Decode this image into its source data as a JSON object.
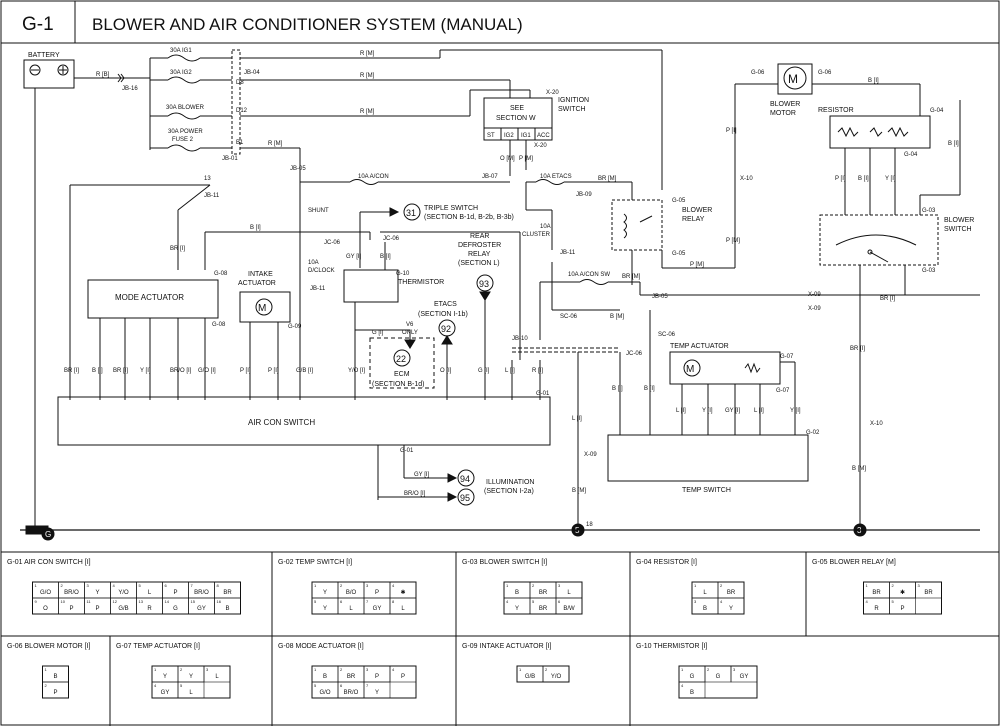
{
  "header": {
    "code": "G-1",
    "title": "BLOWER AND AIR CONDITIONER SYSTEM (MANUAL)"
  },
  "labels": {
    "battery": "BATTERY",
    "fuse_ig1": "30A IG1",
    "fuse_ig2": "30A IG2",
    "fuse_blower": "30A BLOWER",
    "fuse_power1": "30A POWER",
    "fuse_power2": "FUSE 2",
    "fuse_acon": "10A A/CON",
    "fuse_etacs": "10A ETACS",
    "fuse_cluster1": "10A",
    "fuse_cluster2": "CLUSTER",
    "fuse_aconsw": "10A A/CON SW",
    "fuse_dclock1": "10A",
    "fuse_dclock2": "D/CLOCK",
    "shunt": "SHUNT",
    "see_section1": "SEE",
    "see_section2": "SECTION W",
    "ign1": "IGNITION",
    "ign2": "SWITCH",
    "ign_st": "ST",
    "ign_ig2": "IG2",
    "ign_ig1": "IG1",
    "ign_acc": "ACC",
    "triple1": "TRIPLE SWITCH",
    "triple2": "(SECTION  B-1d, B-2b, B-3b)",
    "thermistor": "THERMISTOR",
    "mode_actuator": "MODE ACTUATOR",
    "intake1": "INTAKE",
    "intake2": "ACTUATOR",
    "rear1": "REAR",
    "rear2": "DEFROSTER",
    "rear3": "RELAY",
    "rear4": "(SECTION L)",
    "etacs1": "ETACS",
    "etacs2": "(SECTION I-1b)",
    "v6": "V6",
    "only": "ONLY",
    "ecm1": "ECM",
    "ecm2": "(SECTION B-1d)",
    "aircon_switch": "AIR CON SWITCH",
    "illum1": "ILLUMINATION",
    "illum2": "(SECTION I-2a)",
    "blower_relay1": "BLOWER",
    "blower_relay2": "RELAY",
    "blower_motor1": "BLOWER",
    "blower_motor2": "MOTOR",
    "resistor": "RESISTOR",
    "blower_switch1": "BLOWER",
    "blower_switch2": "SWITCH",
    "temp_actuator": "TEMP ACTUATOR",
    "temp_switch": "TEMP SWITCH",
    "motor_m": "M",
    "ground_g": "G",
    "node5": "5",
    "node3": "3",
    "n18": "18",
    "c31": "31",
    "c93": "93",
    "c92": "92",
    "c22": "22",
    "c94": "94",
    "c95": "95"
  },
  "wire_labels": [
    "R [M]",
    "R [M]",
    "R [M]",
    "R [M]",
    "R [B]",
    "JB-16",
    "JB-04",
    "D8",
    "D12",
    "B1",
    "JB-01",
    "JB-05",
    "JB-07",
    "JB-09",
    "JB-11",
    "JB-11",
    "JC-06",
    "JC-06",
    "JB-10",
    "JC-06",
    "SC-06",
    "SC-06",
    "X-20",
    "X-20",
    "X-10",
    "X-10",
    "X-09",
    "X-09",
    "JB-05",
    "G-05",
    "G-05",
    "G-06",
    "G-06",
    "G-04",
    "G-04",
    "G-03",
    "G-03",
    "G-08",
    "G-08",
    "G-09",
    "G-10",
    "G-01",
    "G-01",
    "G-02",
    "G-07",
    "G-07",
    "B [I]",
    "B [I]",
    "BR [I]",
    "BR [I]",
    "BR [M]",
    "BR [M]",
    "P [I]",
    "P [I]",
    "P [M]",
    "P [M]",
    "B [M]",
    "B [M]",
    "B [I]",
    "O [M]",
    "P [M]",
    "GY [I]",
    "B [I]",
    "G [I]",
    "L [I]",
    "B [I]",
    "B [I]",
    "B/O [I]",
    "P [I]",
    "Y [I]",
    "BR [I]",
    "L [I]",
    "B [I]",
    "BR [I]",
    "Y [I]",
    "BR/O [I]",
    "G/O [I]",
    "P [I]",
    "P [I]",
    "G/B [I]",
    "Y/O [I]",
    "O [I]",
    "G [I]",
    "L [I]",
    "R [I]",
    "B [I]",
    "B [I]",
    "GY [I]",
    "BR/O [I]",
    "L [I]",
    "Y [I]",
    "GY [I]",
    "L [I]",
    "Y [I]",
    "B [I]"
  ],
  "connector_panels": [
    {
      "title": "G-01 AIR CON SWITCH [I]",
      "cells": [
        [
          "1",
          "G/O"
        ],
        [
          "2",
          "BR/O"
        ],
        [
          "3",
          "Y"
        ],
        [
          "4",
          "Y/O"
        ],
        [
          "5",
          "L"
        ],
        [
          "6",
          "P"
        ],
        [
          "7",
          "BR/O"
        ],
        [
          "8",
          "BR"
        ],
        [
          "9",
          "O"
        ],
        [
          "10",
          "P"
        ],
        [
          "11",
          "P"
        ],
        [
          "12",
          "G/B"
        ],
        [
          "13",
          "R"
        ],
        [
          "14",
          "G"
        ],
        [
          "15",
          "GY"
        ],
        [
          "16",
          "B"
        ]
      ]
    },
    {
      "title": "G-02 TEMP SWITCH [I]",
      "cells": [
        [
          "1",
          "Y"
        ],
        [
          "2",
          "B/O"
        ],
        [
          "3",
          "P"
        ],
        [
          "4",
          "✱"
        ],
        [
          "5",
          "Y"
        ],
        [
          "6",
          "L"
        ],
        [
          "7",
          "GY"
        ],
        [
          "8",
          "L"
        ]
      ]
    },
    {
      "title": "G-03 BLOWER SWITCH [I]",
      "cells": [
        [
          "1",
          "B"
        ],
        [
          "2",
          "BR"
        ],
        [
          "3",
          "L"
        ],
        [
          "4",
          "Y"
        ],
        [
          "5",
          "BR"
        ],
        [
          "6",
          "B/W"
        ]
      ]
    },
    {
      "title": "G-04 RESISTOR [I]",
      "cells": [
        [
          "1",
          "L"
        ],
        [
          "2",
          "BR"
        ],
        [
          "3",
          "B"
        ],
        [
          "4",
          "Y"
        ]
      ]
    },
    {
      "title": "G-05 BLOWER RELAY [M]",
      "cells": [
        [
          "1",
          "BR"
        ],
        [
          "2",
          "✱"
        ],
        [
          "3",
          "BR"
        ],
        [
          "4",
          "R"
        ],
        [
          "5",
          "P"
        ]
      ]
    },
    {
      "title": "G-06 BLOWER MOTOR [I]",
      "cells": [
        [
          "1",
          "B"
        ],
        [
          "2",
          "P"
        ]
      ]
    },
    {
      "title": "G-07 TEMP ACTUATOR [I]",
      "cells": [
        [
          "1",
          "Y"
        ],
        [
          "2",
          "Y"
        ],
        [
          "3",
          "L"
        ],
        [
          "4",
          "GY"
        ],
        [
          "5",
          "L"
        ]
      ]
    },
    {
      "title": "G-08 MODE ACTUATOR [I]",
      "cells": [
        [
          "1",
          "B"
        ],
        [
          "2",
          "BR"
        ],
        [
          "3",
          "P"
        ],
        [
          "4",
          "P"
        ],
        [
          "5",
          "G/O"
        ],
        [
          "6",
          "BR/O"
        ],
        [
          "7",
          "Y"
        ]
      ]
    },
    {
      "title": "G-09 INTAKE ACTUATOR [I]",
      "cells": [
        [
          "1",
          "G/B"
        ],
        [
          "2",
          "Y/O"
        ]
      ]
    },
    {
      "title": "G-10 THERMISTOR [I]",
      "cells": [
        [
          "1",
          "G"
        ],
        [
          "2",
          "G"
        ],
        [
          "3",
          "GY"
        ],
        [
          "4",
          "B"
        ]
      ]
    }
  ]
}
